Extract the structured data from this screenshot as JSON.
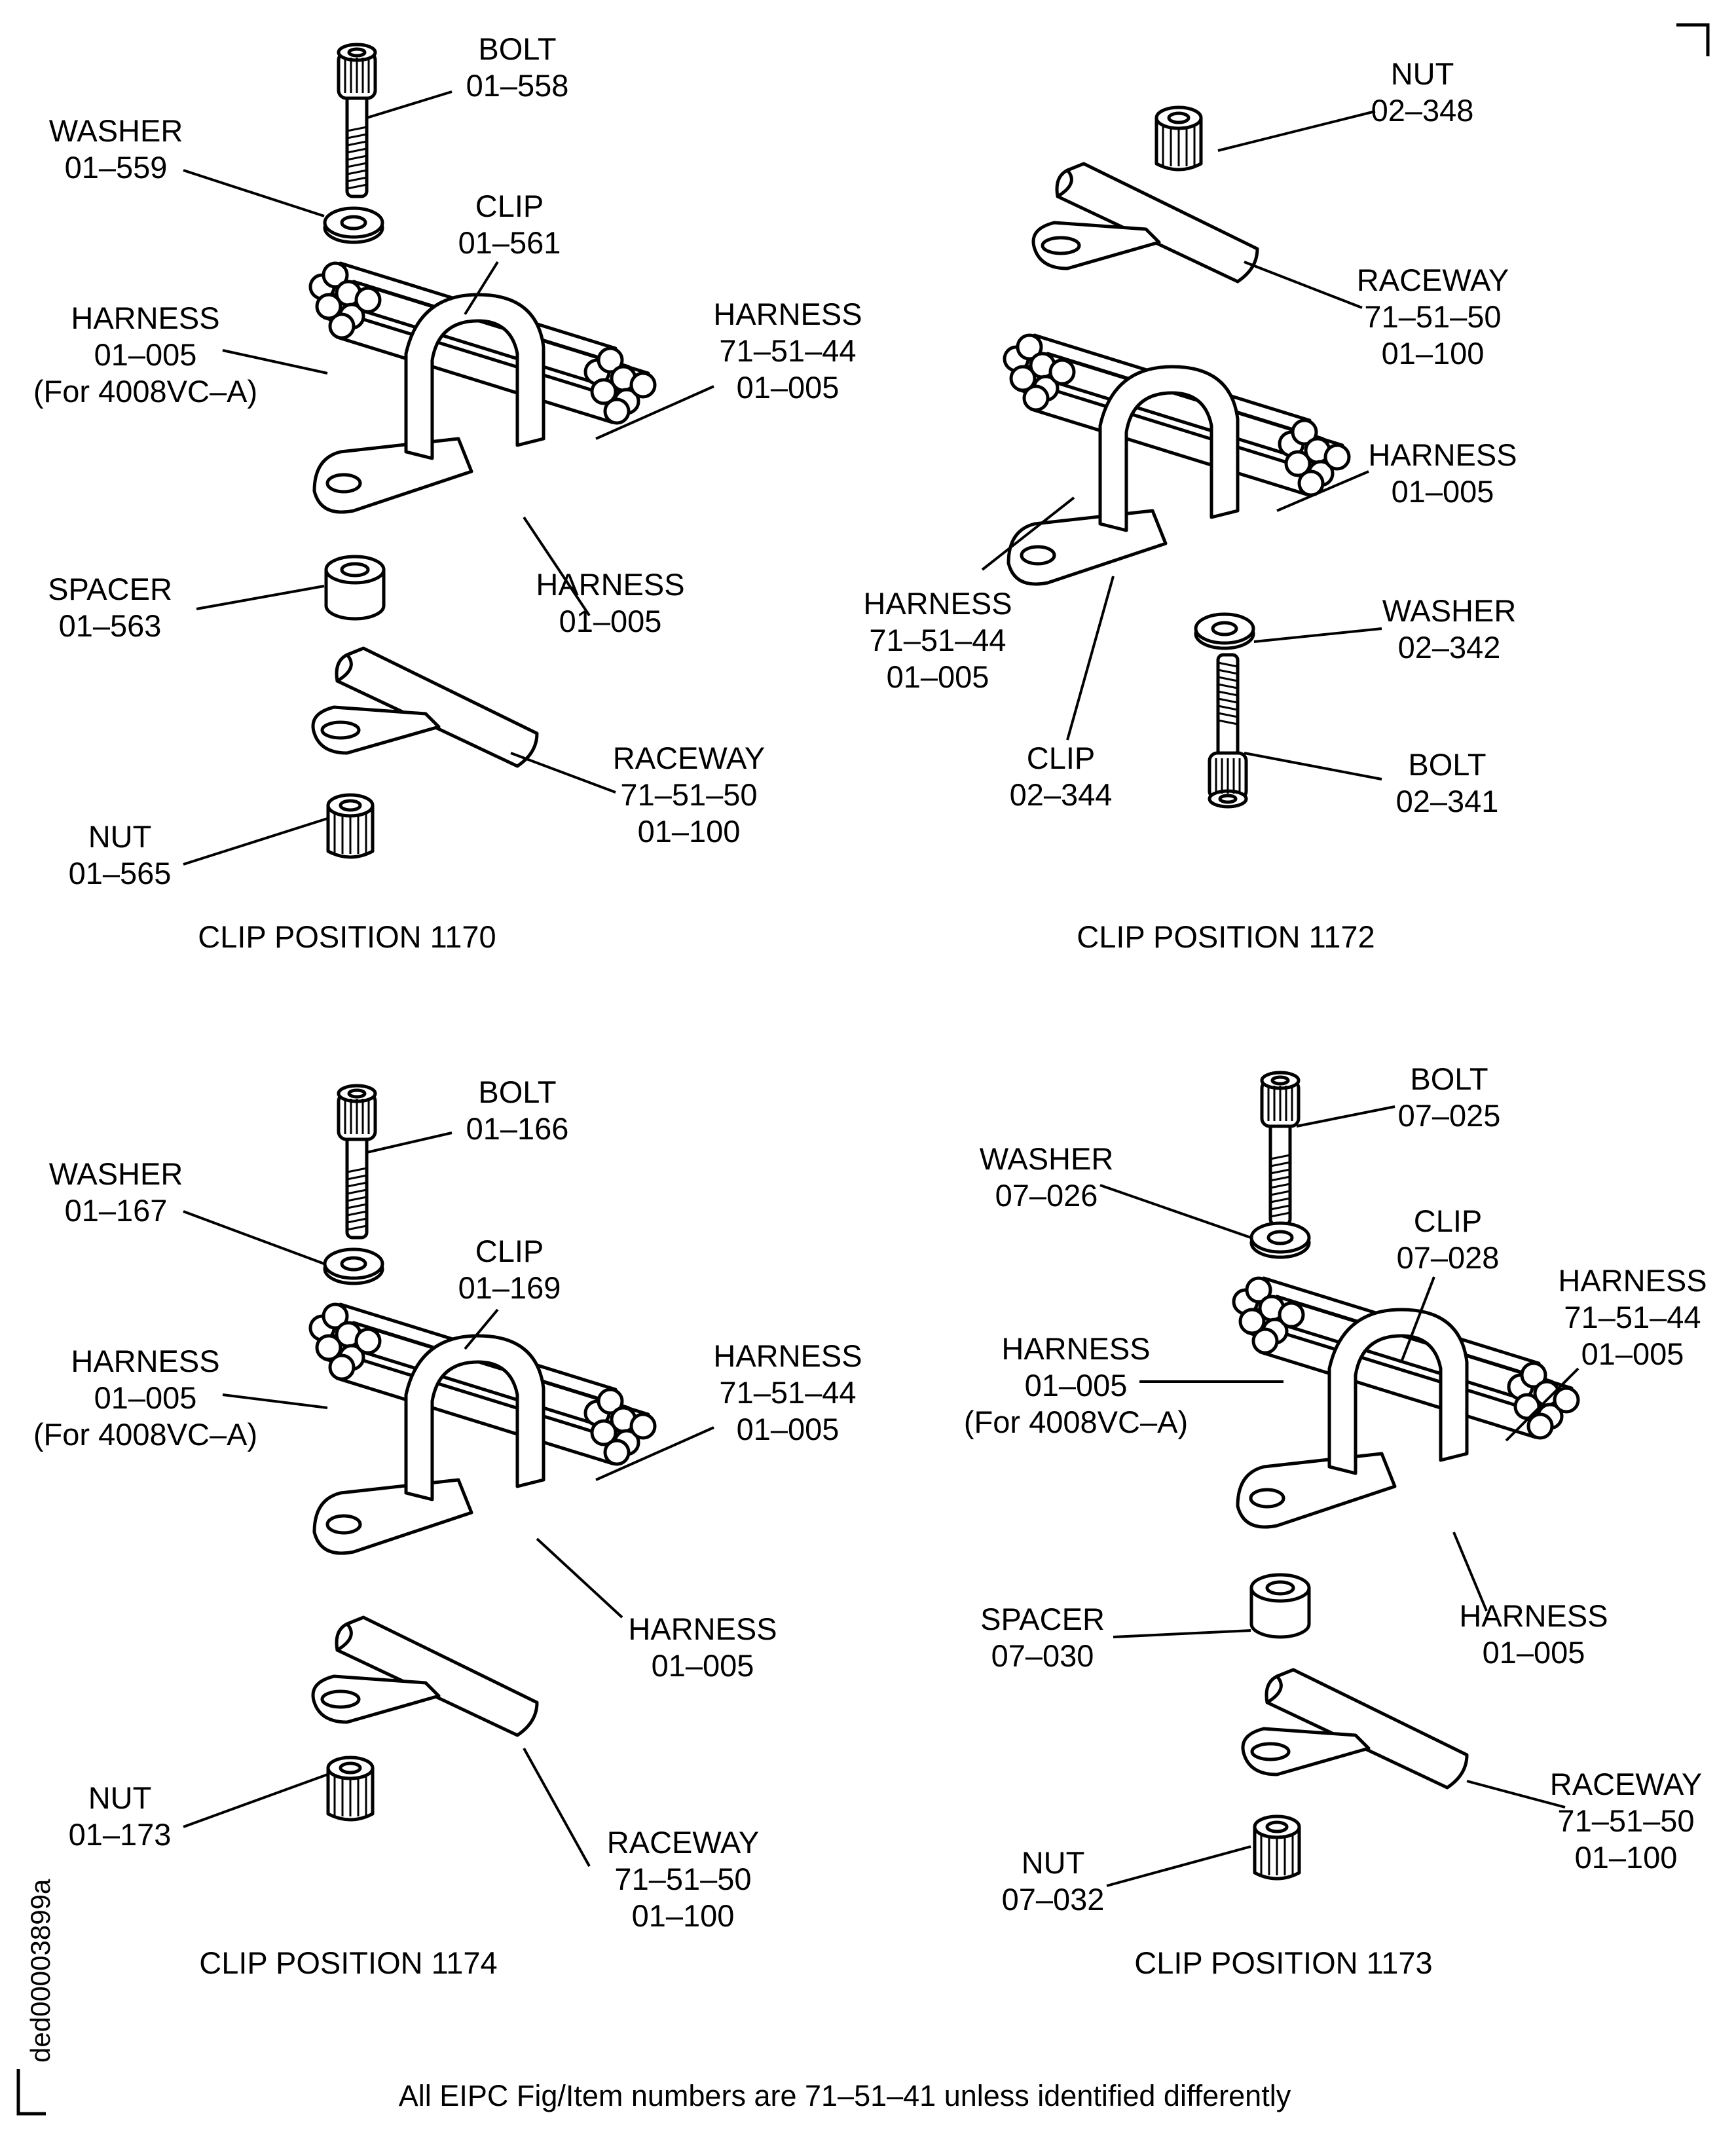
{
  "footer": "All EIPC Fig/Item numbers are 71–51–41 unless identified differently",
  "document_id": "ded00003899a",
  "panels": [
    {
      "caption": "CLIP POSITION 1170",
      "labels": [
        {
          "part": "bolt",
          "lines": [
            "BOLT",
            "01–558"
          ]
        },
        {
          "part": "washer",
          "lines": [
            "WASHER",
            "01–559"
          ]
        },
        {
          "part": "clip",
          "lines": [
            "CLIP",
            "01–561"
          ]
        },
        {
          "part": "harness-left",
          "lines": [
            "HARNESS",
            "01–005",
            "(For 4008VC–A)"
          ]
        },
        {
          "part": "harness-right",
          "lines": [
            "HARNESS",
            "71–51–44",
            "01–005"
          ]
        },
        {
          "part": "harness-lower",
          "lines": [
            "HARNESS",
            "01–005"
          ]
        },
        {
          "part": "spacer",
          "lines": [
            "SPACER",
            "01–563"
          ]
        },
        {
          "part": "raceway",
          "lines": [
            "RACEWAY",
            "71–51–50",
            "01–100"
          ]
        },
        {
          "part": "nut",
          "lines": [
            "NUT",
            "01–565"
          ]
        }
      ]
    },
    {
      "caption": "CLIP POSITION 1172",
      "labels": [
        {
          "part": "nut",
          "lines": [
            "NUT",
            "02–348"
          ]
        },
        {
          "part": "raceway",
          "lines": [
            "RACEWAY",
            "71–51–50",
            "01–100"
          ]
        },
        {
          "part": "harness-right",
          "lines": [
            "HARNESS",
            "01–005"
          ]
        },
        {
          "part": "harness-left",
          "lines": [
            "HARNESS",
            "71–51–44",
            "01–005"
          ]
        },
        {
          "part": "washer",
          "lines": [
            "WASHER",
            "02–342"
          ]
        },
        {
          "part": "clip",
          "lines": [
            "CLIP",
            "02–344"
          ]
        },
        {
          "part": "bolt",
          "lines": [
            "BOLT",
            "02–341"
          ]
        }
      ]
    },
    {
      "caption": "CLIP POSITION 1174",
      "labels": [
        {
          "part": "bolt",
          "lines": [
            "BOLT",
            "01–166"
          ]
        },
        {
          "part": "washer",
          "lines": [
            "WASHER",
            "01–167"
          ]
        },
        {
          "part": "clip",
          "lines": [
            "CLIP",
            "01–169"
          ]
        },
        {
          "part": "harness-left",
          "lines": [
            "HARNESS",
            "01–005",
            "(For 4008VC–A)"
          ]
        },
        {
          "part": "harness-right",
          "lines": [
            "HARNESS",
            "71–51–44",
            "01–005"
          ]
        },
        {
          "part": "harness-lower",
          "lines": [
            "HARNESS",
            "01–005"
          ]
        },
        {
          "part": "nut",
          "lines": [
            "NUT",
            "01–173"
          ]
        },
        {
          "part": "raceway",
          "lines": [
            "RACEWAY",
            "71–51–50",
            "01–100"
          ]
        }
      ]
    },
    {
      "caption": "CLIP POSITION 1173",
      "labels": [
        {
          "part": "bolt",
          "lines": [
            "BOLT",
            "07–025"
          ]
        },
        {
          "part": "washer",
          "lines": [
            "WASHER",
            "07–026"
          ]
        },
        {
          "part": "clip",
          "lines": [
            "CLIP",
            "07–028"
          ]
        },
        {
          "part": "harness-right",
          "lines": [
            "HARNESS",
            "71–51–44",
            "01–005"
          ]
        },
        {
          "part": "harness-left",
          "lines": [
            "HARNESS",
            "01–005",
            "(For 4008VC–A)"
          ]
        },
        {
          "part": "spacer",
          "lines": [
            "SPACER",
            "07–030"
          ]
        },
        {
          "part": "harness-lower",
          "lines": [
            "HARNESS",
            "01–005"
          ]
        },
        {
          "part": "raceway",
          "lines": [
            "RACEWAY",
            "71–51–50",
            "01–100"
          ]
        },
        {
          "part": "nut",
          "lines": [
            "NUT",
            "07–032"
          ]
        }
      ]
    }
  ]
}
